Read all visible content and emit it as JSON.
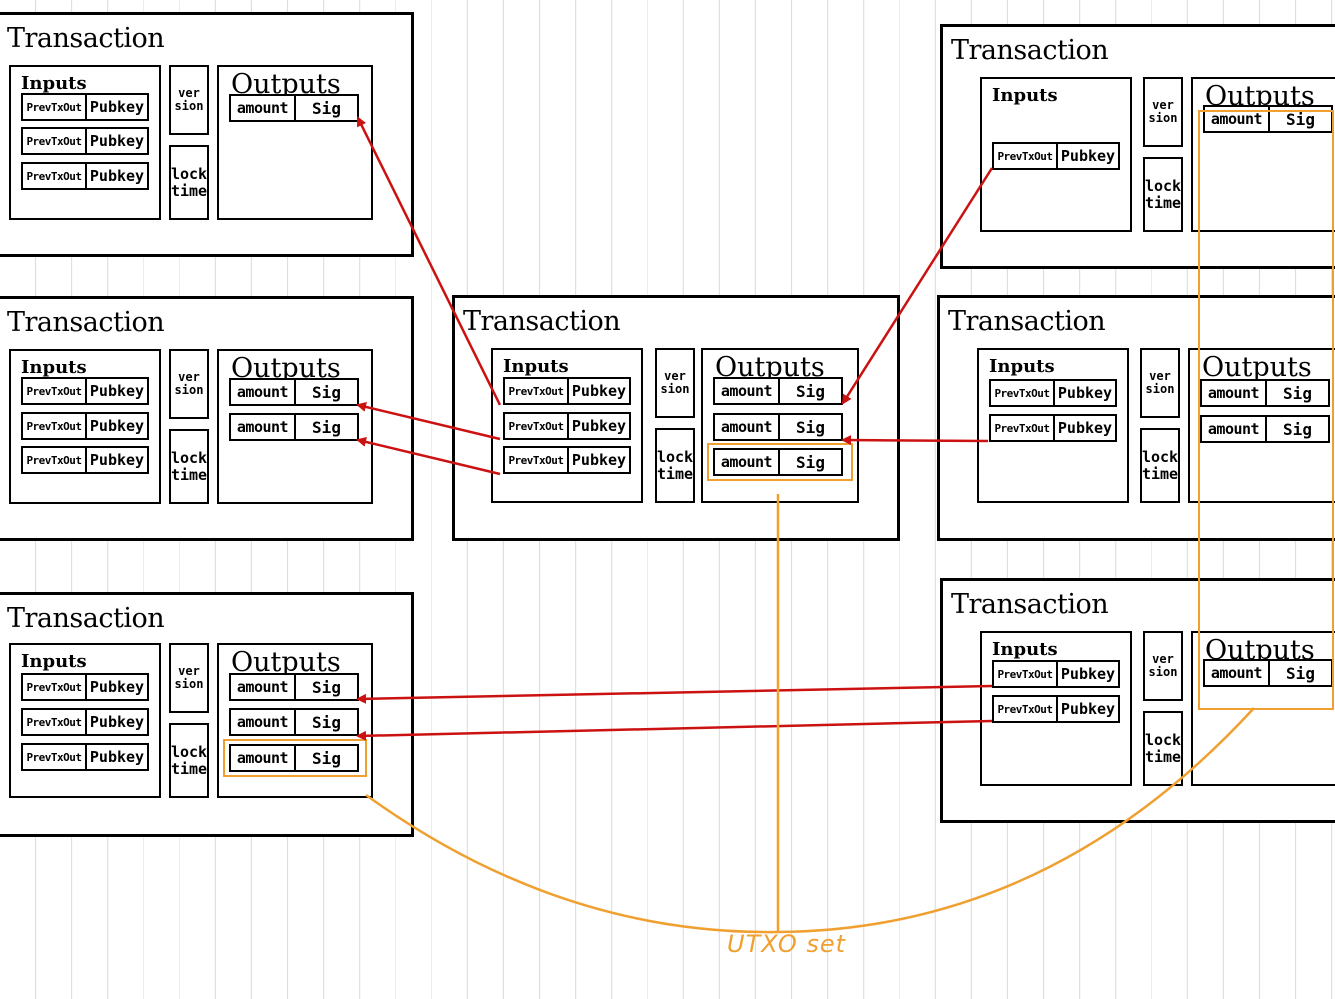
{
  "labels": {
    "transaction": "Transaction",
    "inputs": "Inputs",
    "outputs": "Outputs",
    "version": "ver\nsion",
    "locktime": "lock\ntime",
    "prev_tx_out": "PrevTxOut",
    "pubkey": "Pubkey",
    "amount": "amount",
    "sig": "Sig"
  },
  "utxo_label": "UTXO set",
  "colors": {
    "reference_arrow": "#cc1111",
    "utxo": "#f0a030"
  }
}
